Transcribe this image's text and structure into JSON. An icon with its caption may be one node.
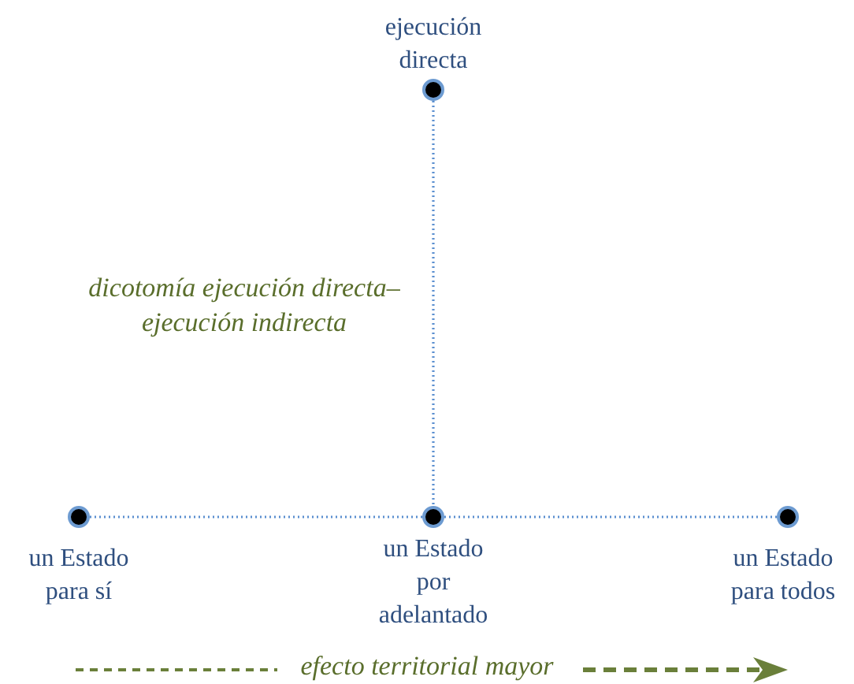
{
  "diagram": {
    "nodes": [
      {
        "text": [],
        "shape": "circle",
        "beside": [
          "ejecución directa"
        ]
      },
      {
        "text": [],
        "shape": "circle",
        "beside": [
          "un Estado para sí"
        ]
      },
      {
        "text": [],
        "shape": "circle",
        "beside": [
          "un Estado por adelantado"
        ]
      },
      {
        "text": [],
        "shape": "circle",
        "beside": [
          "un Estado para todos"
        ]
      }
    ],
    "edges": [
      {
        "from": 0,
        "to": 2,
        "arrow": "none",
        "style": "dashed"
      },
      {
        "from": 1,
        "to": 2,
        "arrow": "none",
        "style": "dashed"
      },
      {
        "from": 2,
        "to": 3,
        "arrow": "none",
        "style": "dashed"
      }
    ],
    "labels": [
      "dicotomía ejecución directa–ejecución indirecta",
      "efecto territorial mayor"
    ]
  }
}
